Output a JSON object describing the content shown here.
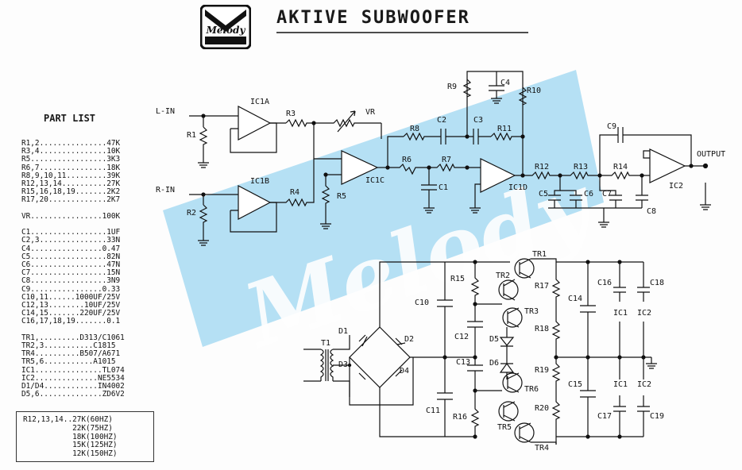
{
  "header": {
    "title": "AKTIVE SUBWOOFER",
    "logo_text": "Melody"
  },
  "watermark": {
    "text": "Melody",
    "color": "#8fd0ef"
  },
  "part_list": {
    "title": "PART LIST",
    "lines": [
      "R1,2...............47K",
      "R3,4...............10K",
      "R5.................3K3",
      "R6,7...............18K",
      "R8,9,10,11.........39K",
      "R12,13,14..........27K",
      "R15,16,18,19.......2K2",
      "R17,20.............2K7",
      "",
      "VR................100K",
      "",
      "C1.................1UF",
      "C2,3...............33N",
      "C4................0.47",
      "C5.................82N",
      "C6.................47N",
      "C7.................15N",
      "C8.................3N9",
      "C9................0.33",
      "C10,11......1000UF/25V",
      "C12,13........10UF/25V",
      "C14,15.......220UF/25V",
      "C16,17,18,19.......0.1",
      "",
      "TR1,.........D313/C1061",
      "TR2,3...........C1815",
      "TR4..........B507/A671",
      "TR5,6...........A1015",
      "IC1...............TL074",
      "IC2..............NE5534",
      "D1/D4............IN4002",
      "D5,6..............ZD6V2"
    ]
  },
  "freq_table": {
    "lines": [
      "R12,13,14..27K(60HZ)",
      "           22K(75HZ)",
      "           18K(100HZ)",
      "           15K(125HZ)",
      "           12K(150HZ)"
    ]
  },
  "schematic": {
    "labels": {
      "l_in": "L-IN",
      "r_in": "R-IN",
      "output": "OUTPUT",
      "ic1a": "IC1A",
      "ic1b": "IC1B",
      "ic1c": "IC1C",
      "ic1d": "IC1D",
      "ic2": "IC2",
      "r1": "R1",
      "r2": "R2",
      "r3": "R3",
      "r4": "R4",
      "r5": "R5",
      "r6": "R6",
      "r7": "R7",
      "r8": "R8",
      "r9": "R9",
      "r10": "R10",
      "r11": "R11",
      "r12": "R12",
      "r13": "R13",
      "r14": "R14",
      "vr": "VR",
      "c1": "C1",
      "c2": "C2",
      "c3": "C3",
      "c4": "C4",
      "c5": "C5",
      "c6": "C6",
      "c7": "C7",
      "c8": "C8",
      "c9": "C9",
      "t1": "T1",
      "d1": "D1",
      "d2": "D2",
      "d3": "D3",
      "d4": "D4",
      "d5": "D5",
      "d6": "D6",
      "c10": "C10",
      "c11": "C11",
      "c12": "C12",
      "c13": "C13",
      "c14": "C14",
      "c15": "C15",
      "c16": "C16",
      "c17": "C17",
      "c18": "C18",
      "c19": "C19",
      "r15": "R15",
      "r16": "R16",
      "r17": "R17",
      "r18": "R18",
      "r19": "R19",
      "r20": "R20",
      "tr1": "TR1",
      "tr2": "TR2",
      "tr3": "TR3",
      "tr4": "TR4",
      "tr5": "TR5",
      "tr6": "TR6",
      "ic1_top": "IC1",
      "ic2_top": "IC2",
      "ic1_bot": "IC1",
      "ic2_bot": "IC2",
      "plus": "+",
      "minus": "-"
    }
  }
}
